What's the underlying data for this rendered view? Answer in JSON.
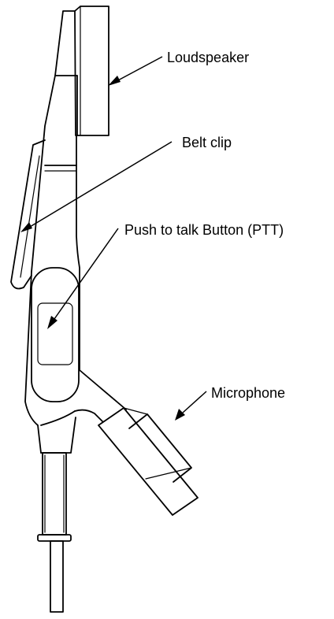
{
  "labels": {
    "loudspeaker": "Loudspeaker",
    "belt_clip": "Belt clip",
    "ptt": "Push to talk Button (PTT)",
    "microphone": "Microphone"
  },
  "colors": {
    "line": "#000000",
    "background": "#ffffff"
  }
}
